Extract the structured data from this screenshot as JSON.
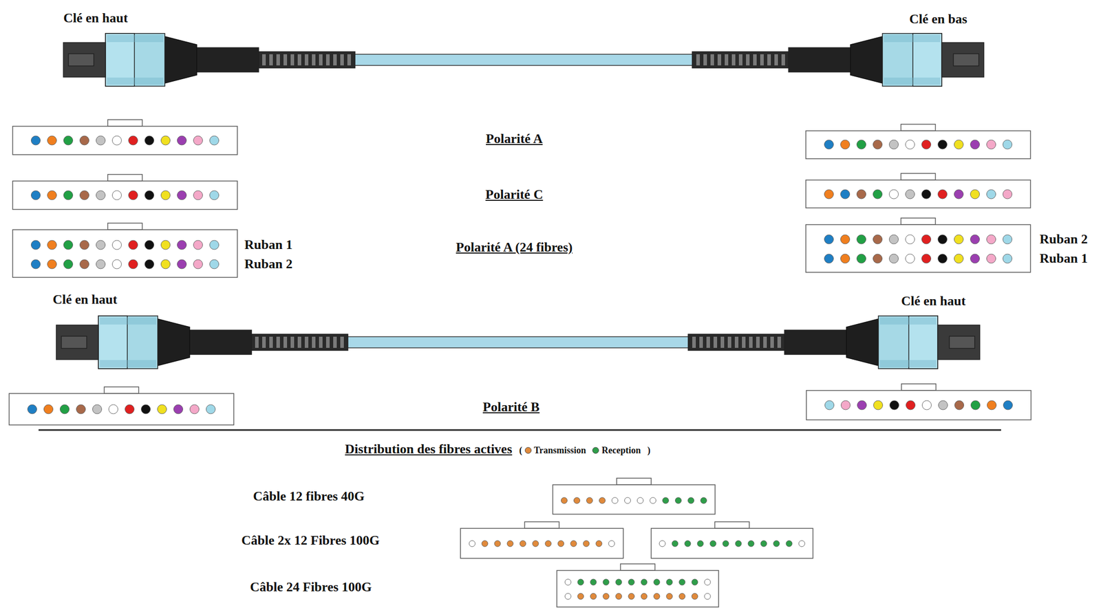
{
  "diagram": {
    "labels": [
      "Clé en haut",
      "Clé en bas",
      "Polarité A",
      "Polarité C",
      "Ruban 1",
      "Polarité A (24 fibres)",
      "Ruban 2",
      "Ruban 2",
      "Ruban 1",
      "Clé en haut",
      "Clé en haut",
      "Polarité B",
      "Distribution des fibres actives",
      "(",
      ")",
      "Câble 12 fibres 40G",
      "Câble 2x 12 Fibres 100G",
      "Câble 24 Fibres 100G"
    ],
    "legend": [
      {
        "text": "Transmission",
        "color": "#e08a3c"
      },
      {
        "text": "Reception",
        "color": "#2f9e4a"
      }
    ]
  }
}
